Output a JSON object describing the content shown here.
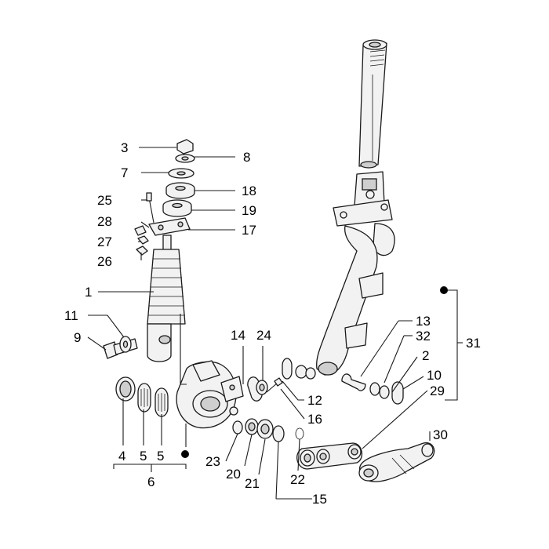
{
  "callouts": [
    {
      "id": "c3",
      "text": "3"
    },
    {
      "id": "c8",
      "text": "8"
    },
    {
      "id": "c7",
      "text": "7"
    },
    {
      "id": "c18",
      "text": "18"
    },
    {
      "id": "c25",
      "text": "25"
    },
    {
      "id": "c19",
      "text": "19"
    },
    {
      "id": "c28",
      "text": "28"
    },
    {
      "id": "c17",
      "text": "17"
    },
    {
      "id": "c27",
      "text": "27"
    },
    {
      "id": "c26",
      "text": "26"
    },
    {
      "id": "c1",
      "text": "1"
    },
    {
      "id": "c11",
      "text": "11"
    },
    {
      "id": "c9",
      "text": "9"
    },
    {
      "id": "c14",
      "text": "14"
    },
    {
      "id": "c24",
      "text": "24"
    },
    {
      "id": "c13",
      "text": "13"
    },
    {
      "id": "c32",
      "text": "32"
    },
    {
      "id": "c31",
      "text": "31"
    },
    {
      "id": "c2",
      "text": "2"
    },
    {
      "id": "c10",
      "text": "10"
    },
    {
      "id": "c29",
      "text": "29"
    },
    {
      "id": "c12",
      "text": "12"
    },
    {
      "id": "c16",
      "text": "16"
    },
    {
      "id": "c30",
      "text": "30"
    },
    {
      "id": "c4",
      "text": "4"
    },
    {
      "id": "c5a",
      "text": "5"
    },
    {
      "id": "c5b",
      "text": "5"
    },
    {
      "id": "c6",
      "text": "6"
    },
    {
      "id": "c23",
      "text": "23"
    },
    {
      "id": "c20",
      "text": "20"
    },
    {
      "id": "c21",
      "text": "21"
    },
    {
      "id": "c22",
      "text": "22"
    },
    {
      "id": "c15",
      "text": "15"
    }
  ]
}
